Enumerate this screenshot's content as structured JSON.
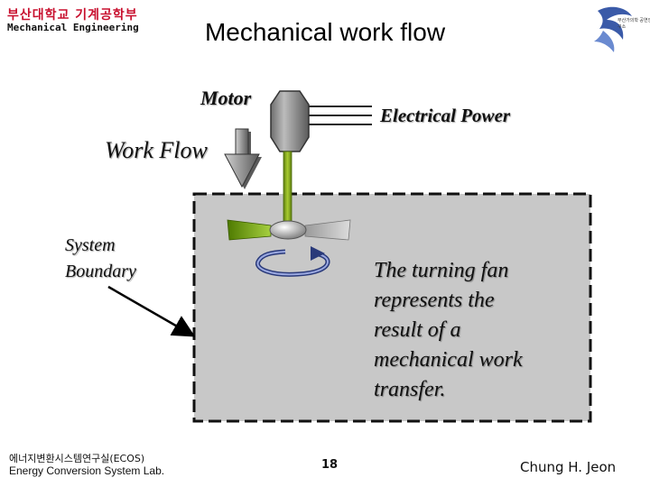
{
  "header": {
    "logo_korean": "부산대학교 기계공학부",
    "logo_english": "Mechanical Engineering",
    "emblem_text": "부산가의학 공연인구소"
  },
  "title": "Mechanical work flow",
  "diagram": {
    "motor_label": "Motor",
    "power_label": "Electrical Power",
    "work_flow_label": "Work Flow",
    "system_boundary_label_line1": "System",
    "system_boundary_label_line2": "Boundary",
    "fan_text_line1": "The turning fan",
    "fan_text_line2": "represents the",
    "fan_text_line3": "result of a",
    "fan_text_line4": "mechanical work",
    "fan_text_line5": "transfer.",
    "colors": {
      "system_fill": "#c8c8c8",
      "shaft": "#8ab020",
      "motor": "#8a8a8a",
      "blade": "#6a9a10"
    }
  },
  "footer": {
    "lab_korean": "에너지변환시스템연구실(ECOS)",
    "lab_english": "Energy Conversion System Lab.",
    "page_number": "18",
    "author": "Chung H. Jeon"
  }
}
